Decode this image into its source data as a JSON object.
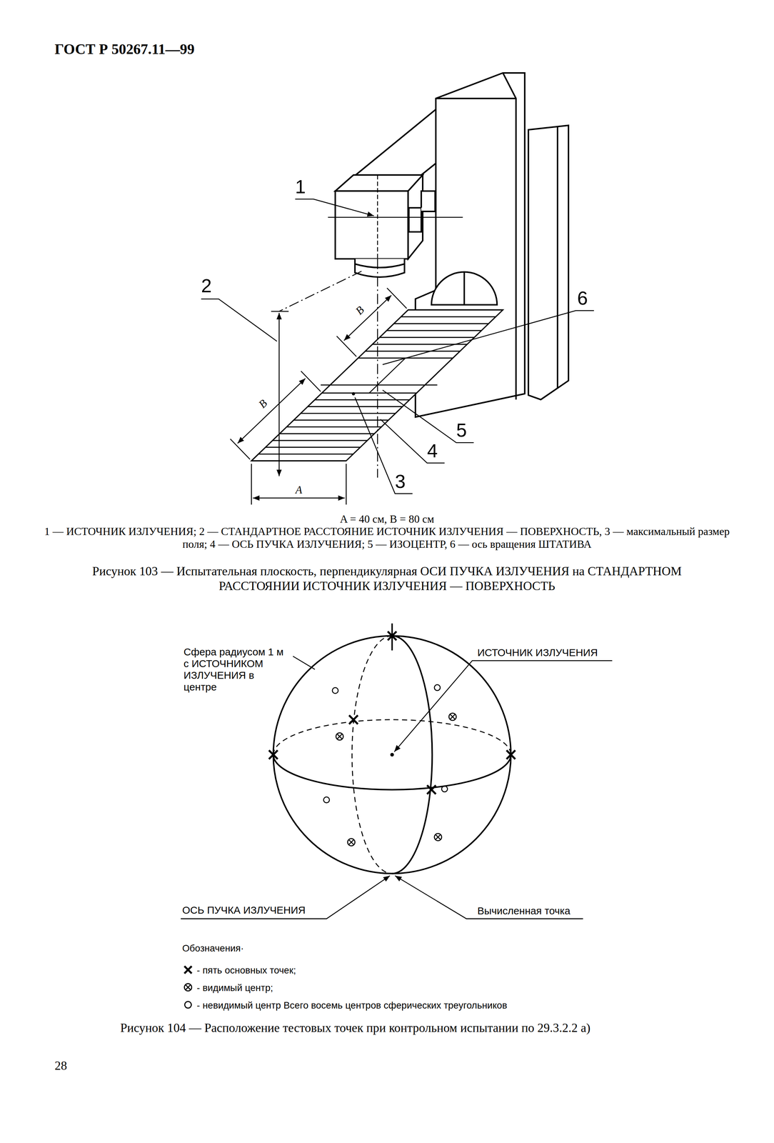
{
  "diagram": {
    "labels": [
      "ГОСТ Р 50267.11—99",
      "1",
      "2",
      "3",
      "4",
      "5",
      "6",
      "B",
      "B",
      "A",
      "A = 40 см, B = 80 см",
      "1 — ИСТОЧНИК ИЗЛУЧЕНИЯ; 2 — СТАНДАРТНОЕ РАССТОЯНИЕ ИСТОЧНИК ИЗЛУЧЕНИЯ — ПОВЕРХНОСТЬ, 3 — максимальный размер поля; 4 — ОСЬ ПУЧКА ИЗЛУЧЕНИЯ; 5 — ИЗОЦЕНТР, 6 — ось вращения ШТАТИВА",
      "Рисунок 103 — Испытательная плоскость, перпендикулярная ОСИ ПУЧКА ИЗЛУЧЕНИЯ на СТАНДАРТНОМ РАССТОЯНИИ ИСТОЧНИК ИЗЛУЧЕНИЯ — ПОВЕРХНОСТЬ",
      "Сфера радиусом 1 м с ИСТОЧНИКОМ ИЗЛУЧЕНИЯ в центре",
      "ИСТОЧНИК ИЗЛУЧЕНИЯ",
      "ОСЬ ПУЧКА ИЗЛУЧЕНИЯ",
      "Вычисленная точка",
      "Обозначения·",
      "Рисунок 104 — Расположение тестовых точек при контрольном испытании по 29.3.2.2 а)",
      "28"
    ],
    "legend": [
      {
        "text": "- пять основных точек;"
      },
      {
        "text": "- видимый центр;"
      },
      {
        "text": "- невидимый центр Всего восемь центров сферических треугольников"
      }
    ]
  }
}
